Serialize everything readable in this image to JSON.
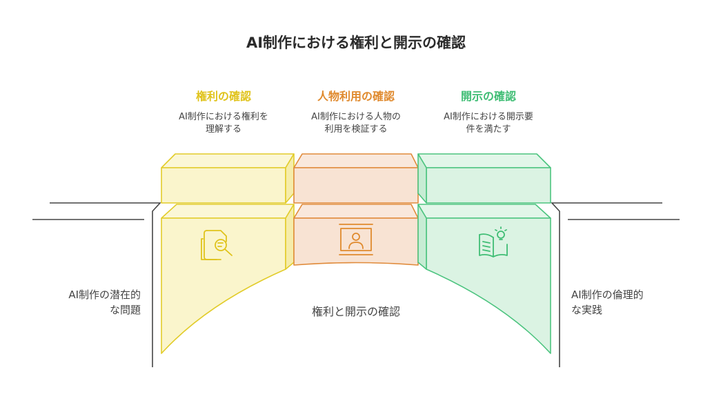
{
  "title": "AI制作における権利と開示の確認",
  "columns": [
    {
      "title": "権利の確認",
      "desc_lines": [
        "AI制作における権利を",
        "理解する"
      ],
      "icon": "document-search-icon",
      "color": "#e0c31b",
      "fill": "#faf5cc",
      "stroke": "#e2cc2a"
    },
    {
      "title": "人物利用の確認",
      "desc_lines": [
        "AI制作における人物の",
        "利用を検証する"
      ],
      "icon": "person-portrait-icon",
      "color": "#e08a2e",
      "fill": "#f8e3d3",
      "stroke": "#e08a3a"
    },
    {
      "title": "開示の確認",
      "desc_lines": [
        "AI制作における開示要",
        "件を満たす"
      ],
      "icon": "book-lightbulb-icon",
      "color": "#3fbd74",
      "fill": "#dbf3e3",
      "stroke": "#4cc47f"
    }
  ],
  "left_label": [
    "AI制作の潜在的",
    "な問題"
  ],
  "right_label": [
    "AI制作の倫理的",
    "な実践"
  ],
  "bridge_label": "権利と開示の確認"
}
